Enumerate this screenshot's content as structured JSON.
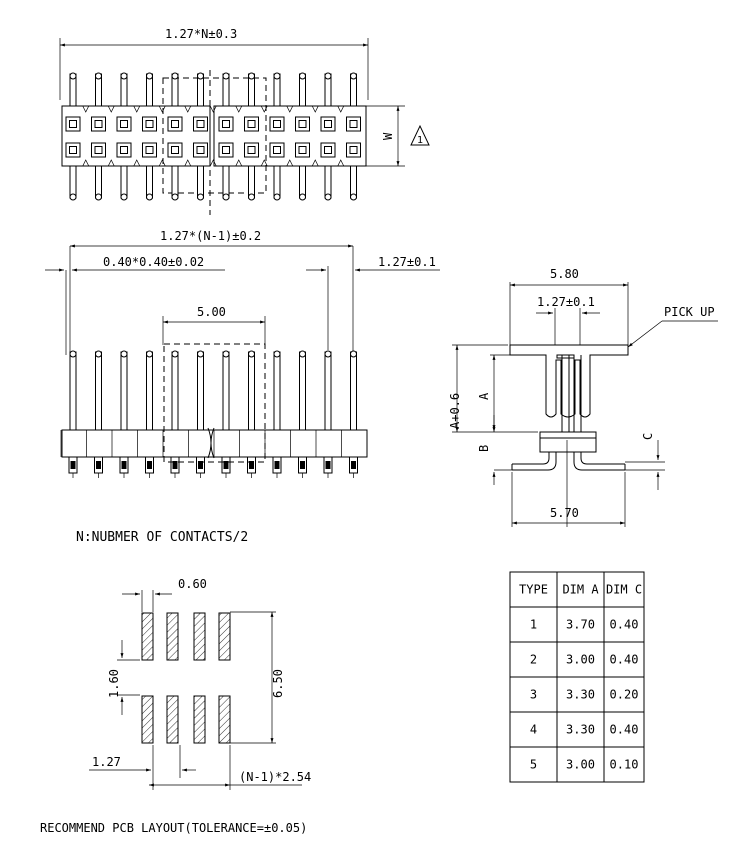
{
  "top_view": {
    "total_length_label": "1.27*N±0.3",
    "width_label": "W",
    "note_marker": "1"
  },
  "side_view": {
    "pitch_span_label": "1.27*(N-1)±0.2",
    "pin_size_label": "0.40*0.40±0.02",
    "pitch_label": "1.27±0.1",
    "pickup_width_label": "5.00"
  },
  "end_view": {
    "cap_width_label": "5.80",
    "pitch_label": "1.27±0.1",
    "pickup_label": "PICK UP",
    "dim_a_plus_label": "A+0.6",
    "dim_a_label": "A",
    "dim_b_label": "B",
    "dim_c_label": "C",
    "foot_width_label": "5.70"
  },
  "contacts_note": "N:NUBMER OF CONTACTS/2",
  "pcb": {
    "pad_width_label": "0.60",
    "row_gap_label": "1.60",
    "overall_label": "6.50",
    "pitch_label": "1.27",
    "span_label": "(N-1)*2.54",
    "caption": "RECOMMEND PCB LAYOUT(TOLERANCE=±0.05)"
  },
  "table": {
    "headers": [
      "TYPE",
      "DIM A",
      "DIM C"
    ],
    "rows": [
      [
        "1",
        "3.70",
        "0.40"
      ],
      [
        "2",
        "3.00",
        "0.40"
      ],
      [
        "3",
        "3.30",
        "0.20"
      ],
      [
        "4",
        "3.30",
        "0.40"
      ],
      [
        "5",
        "3.00",
        "0.10"
      ]
    ]
  }
}
